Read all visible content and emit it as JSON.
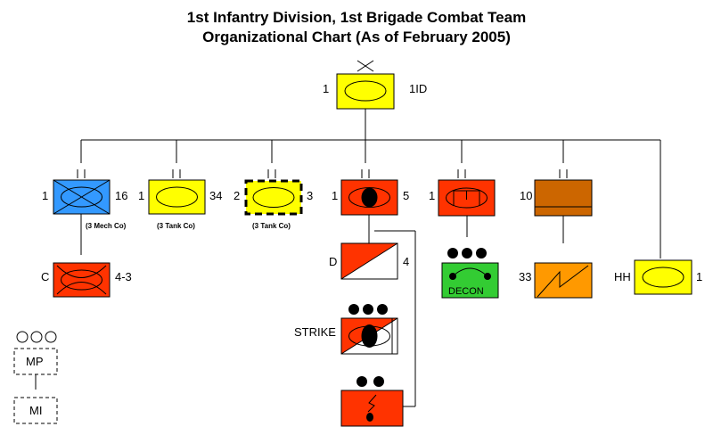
{
  "title": {
    "line1": "1st Infantry Division, 1st Brigade Combat Team",
    "line2": "Organizational Chart (As of February 2005)"
  },
  "colors": {
    "yellow": "#ffff00",
    "blue": "#3399ff",
    "red": "#ff3300",
    "green": "#33cc33",
    "brown": "#cc6600",
    "orange": "#ff9900"
  },
  "hq": {
    "left": "1",
    "right": "1ID"
  },
  "units": {
    "mech": {
      "left": "1",
      "right": "16",
      "note": "(3 Mech Co)"
    },
    "tank1": {
      "left": "1",
      "right": "34",
      "note": "(3 Tank Co)"
    },
    "tank2": {
      "left": "2",
      "right": "3",
      "note": "(3 Tank Co)"
    },
    "field_artillery": {
      "left": "1",
      "right": "5"
    },
    "engineer": {
      "left": "1"
    },
    "support": {
      "left": "10"
    },
    "hhc": {
      "left": "HH",
      "right": "1"
    },
    "cavalry": {
      "left": "C",
      "right": "4-3"
    },
    "air_defense": {
      "left": "D",
      "right": "4"
    },
    "strike": {
      "left": "STRIKE"
    },
    "decon": {
      "label": "DECON"
    },
    "maint": {
      "left": "33"
    },
    "mp": {
      "label": "MP"
    },
    "mi": {
      "label": "MI"
    }
  }
}
